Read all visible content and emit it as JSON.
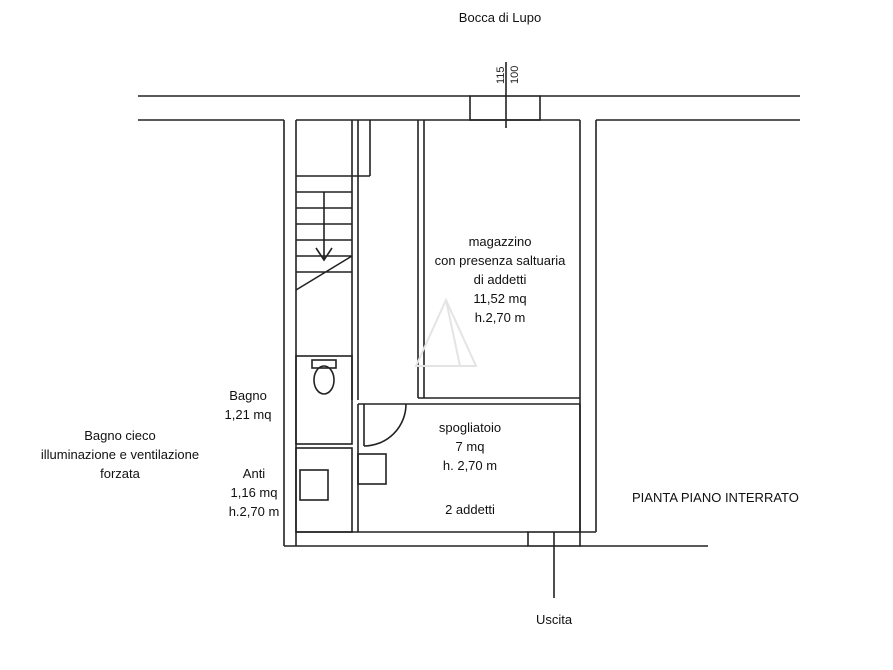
{
  "top_label": "Bocca di Lupo",
  "dimensions": {
    "upper": "115",
    "lower": "100"
  },
  "magazzino": {
    "line1": "magazzino",
    "line2": "con presenza saltuaria",
    "line3": "di addetti",
    "area": "11,52 mq",
    "height": "h.2,70 m"
  },
  "spogliatoio": {
    "name": "spogliatoio",
    "area": "7 mq",
    "height": "h. 2,70 m",
    "occupancy": "2 addetti"
  },
  "bagno": {
    "name": "Bagno",
    "area": "1,21 mq"
  },
  "anti": {
    "name": "Anti",
    "area": "1,16 mq",
    "height": "h.2,70 m"
  },
  "note": {
    "line1": "Bagno cieco",
    "line2": "illuminazione e ventilazione",
    "line3": "forzata"
  },
  "plan_title": "PIANTA PIANO INTERRATO",
  "exit_label": "Uscita",
  "colors": {
    "line": "#222222",
    "watermark": "#e6e6e6"
  }
}
